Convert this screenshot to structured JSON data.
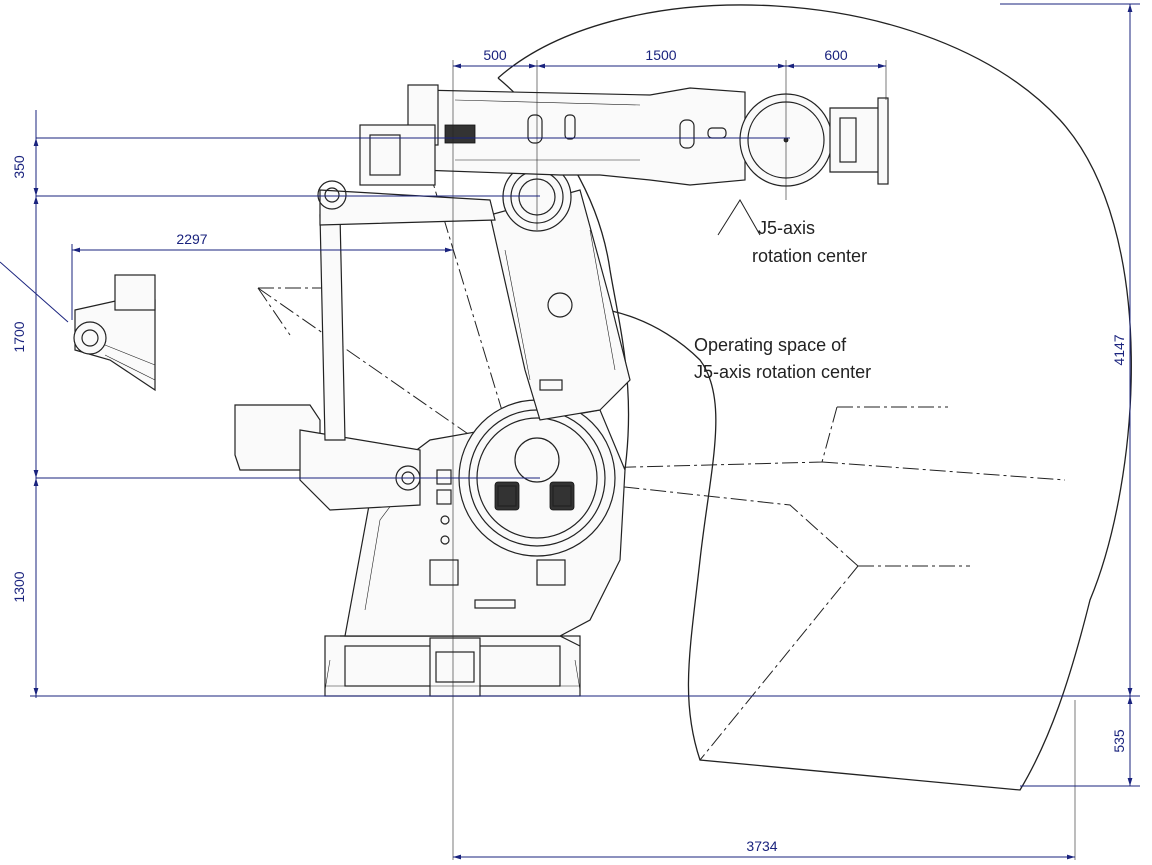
{
  "dimensions": {
    "top_500": "500",
    "top_1500": "1500",
    "top_600": "600",
    "left_350": "350",
    "left_1700": "1700",
    "left_1300": "1300",
    "reach_2297": "2297",
    "right_4147": "4147",
    "right_535": "535",
    "bottom_3734": "3734"
  },
  "labels": {
    "j5_line1": "J5-axis",
    "j5_line2": "rotation center",
    "op_line1": "Operating space of",
    "op_line2": "J5-axis rotation center"
  },
  "colors": {
    "dimension": "#1a237e",
    "drawing": "#222222"
  }
}
